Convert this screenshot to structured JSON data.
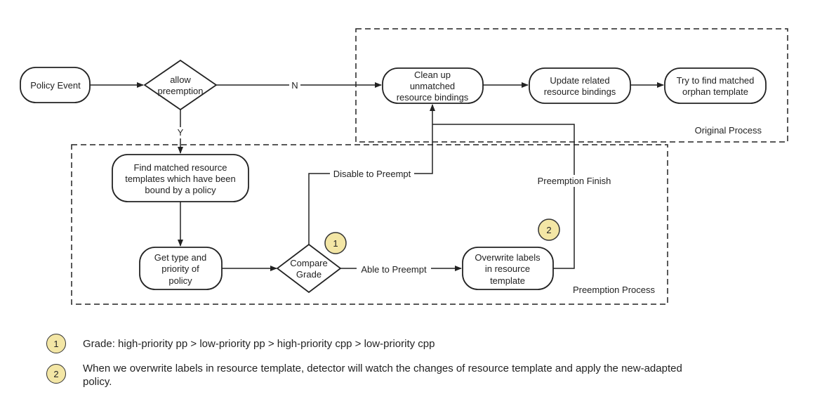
{
  "nodes": {
    "policy_event": [
      "Policy Event"
    ],
    "allow_preemption": [
      "allow",
      "preemption"
    ],
    "clean_up": [
      "Clean up",
      "unmatched",
      "resource bindings"
    ],
    "update_related": [
      "Update related",
      "resource bindings"
    ],
    "try_find": [
      "Try to find matched",
      "orphan template"
    ],
    "find_matched": [
      "Find matched resource",
      "templates which have been",
      "bound by a policy"
    ],
    "get_type": [
      "Get type and",
      "priority of",
      "policy"
    ],
    "compare_grade": [
      "Compare",
      "Grade"
    ],
    "overwrite_labels": [
      "Overwrite labels",
      "in resource",
      "template"
    ]
  },
  "edges": {
    "no": "N",
    "yes": "Y",
    "disable": "Disable to Preempt",
    "able": "Able to Preempt",
    "finish": "Preemption Finish"
  },
  "groups": {
    "original": "Original Process",
    "preemption": "Preemption Process"
  },
  "badges": {
    "one": "1",
    "two": "2"
  },
  "legend": [
    {
      "badge": "1",
      "text": "Grade: high-priority pp > low-priority pp > high-priority cpp > low-priority cpp"
    },
    {
      "badge": "2",
      "text": "When we overwrite labels in resource template, detector will watch the changes of resource template and apply the new-adapted policy."
    }
  ],
  "colors": {
    "stroke": "#222222",
    "badge_fill": "#f3e6a5"
  }
}
